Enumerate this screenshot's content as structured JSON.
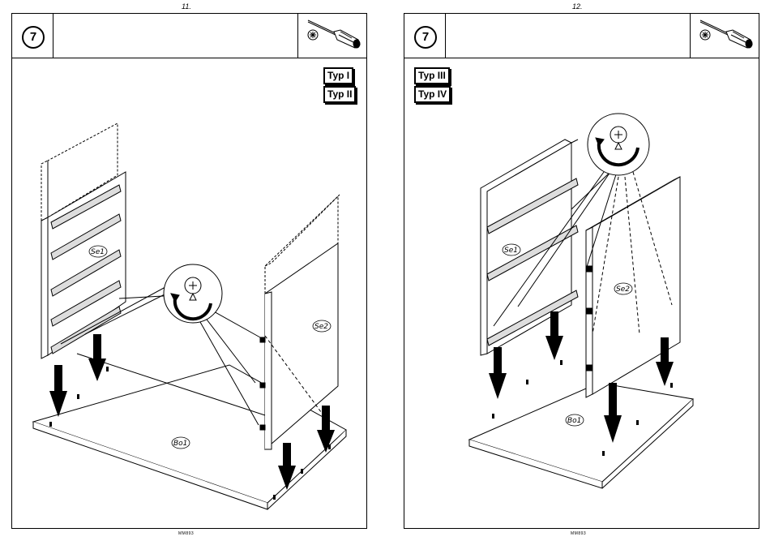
{
  "pages": [
    {
      "page_number": "11.",
      "step": "7",
      "types": [
        "Typ  I",
        "Typ  II"
      ],
      "parts": {
        "side_left": "Se1",
        "side_right": "Se2",
        "bottom": "Bo1"
      },
      "footer_code": "MM893"
    },
    {
      "page_number": "12.",
      "step": "7",
      "types": [
        "Typ III",
        "Typ IV"
      ],
      "parts": {
        "side_left": "Se1",
        "side_right": "Se2",
        "bottom": "Bo1"
      },
      "footer_code": "MM893"
    }
  ],
  "icons": {
    "tool": "screwdriver-icon",
    "screw_head": "pozidriv-head-icon",
    "rotation": "clockwise-rotation-icon"
  }
}
